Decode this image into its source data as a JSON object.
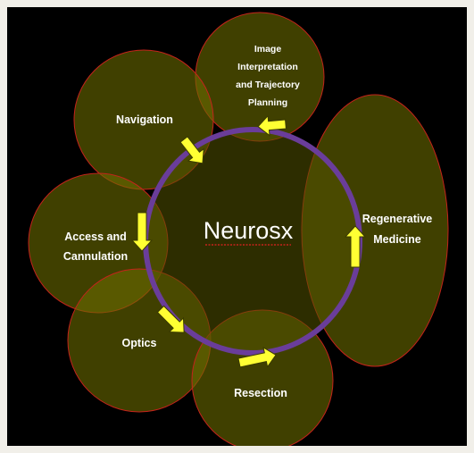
{
  "center": {
    "label": "Neurosx"
  },
  "nodes": {
    "image_planning": {
      "lines": [
        "Image",
        "Interpretation",
        "and Trajectory",
        "Planning"
      ]
    },
    "navigation": {
      "label": "Navigation"
    },
    "access": {
      "lines": [
        "Access and",
        "Cannulation"
      ]
    },
    "optics": {
      "label": "Optics"
    },
    "resection": {
      "label": "Resection"
    },
    "regenerative": {
      "lines": [
        "Regenerative",
        "Medicine"
      ]
    }
  },
  "colors": {
    "background": "#000000",
    "frame": "#f1efe9",
    "node_fill": "#6b6b00",
    "node_stroke": "#c4231b",
    "ring_stroke": "#6a3d9a",
    "arrow_fill": "#ffff33",
    "arrow_stroke": "#3a3a00",
    "text": "#ffffff",
    "center_underline": "#c4231b"
  },
  "icons": {
    "arrow": "block-arrow-icon"
  }
}
